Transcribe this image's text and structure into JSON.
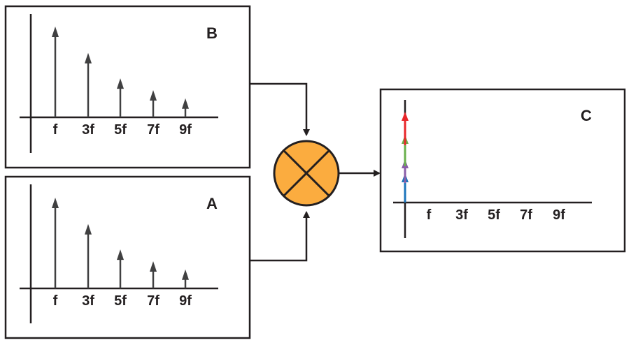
{
  "panels": {
    "b": {
      "label": "B",
      "ticks": [
        "f",
        "3f",
        "5f",
        "7f",
        "9f"
      ],
      "amplitudes": [
        1.0,
        0.71,
        0.43,
        0.3,
        0.21
      ]
    },
    "a": {
      "label": "A",
      "ticks": [
        "f",
        "3f",
        "5f",
        "7f",
        "9f"
      ],
      "amplitudes": [
        1.0,
        0.71,
        0.43,
        0.3,
        0.21
      ]
    },
    "c": {
      "label": "C",
      "ticks": [
        "f",
        "3f",
        "5f",
        "7f",
        "9f"
      ]
    }
  },
  "mixer": {
    "symbol": "multiplier",
    "fill_color": "#fbac3f"
  },
  "colors": {
    "line": "#231f20",
    "spike": "#404041",
    "stack": [
      "#1c75bc",
      "#8a5ea8",
      "#6ab04c",
      "#e8262a"
    ]
  }
}
